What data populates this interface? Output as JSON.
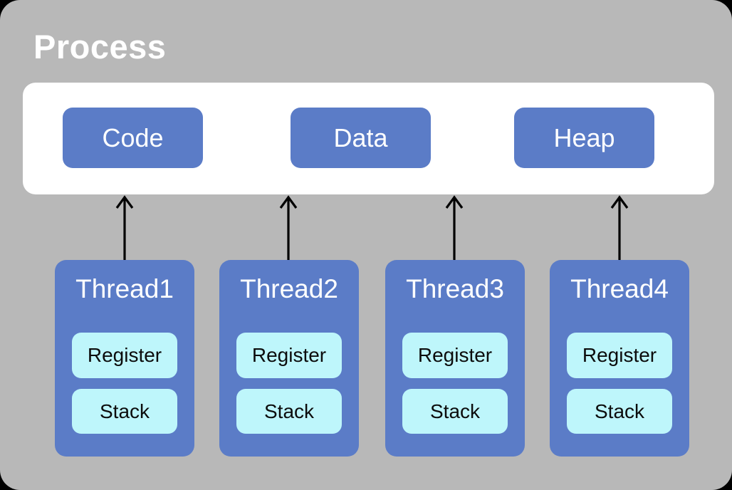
{
  "process": {
    "title": "Process",
    "segments": [
      {
        "label": "Code"
      },
      {
        "label": "Data"
      },
      {
        "label": "Heap"
      }
    ]
  },
  "threads": [
    {
      "label": "Thread1",
      "items": [
        "Register",
        "Stack"
      ]
    },
    {
      "label": "Thread2",
      "items": [
        "Register",
        "Stack"
      ]
    },
    {
      "label": "Thread3",
      "items": [
        "Register",
        "Stack"
      ]
    },
    {
      "label": "Thread4",
      "items": [
        "Register",
        "Stack"
      ]
    }
  ],
  "icons": [
    {
      "name": "up-arrow",
      "meaning": "thread maps into shared process memory"
    }
  ],
  "colors": {
    "bg_gray": "#b8b8b8",
    "panel_white": "#ffffff",
    "box_blue": "#5b7cc7",
    "chip_cyan": "#bef6fb",
    "text_white": "#ffffff",
    "text_black": "#0c0c0c",
    "arrow_black": "#000000"
  }
}
